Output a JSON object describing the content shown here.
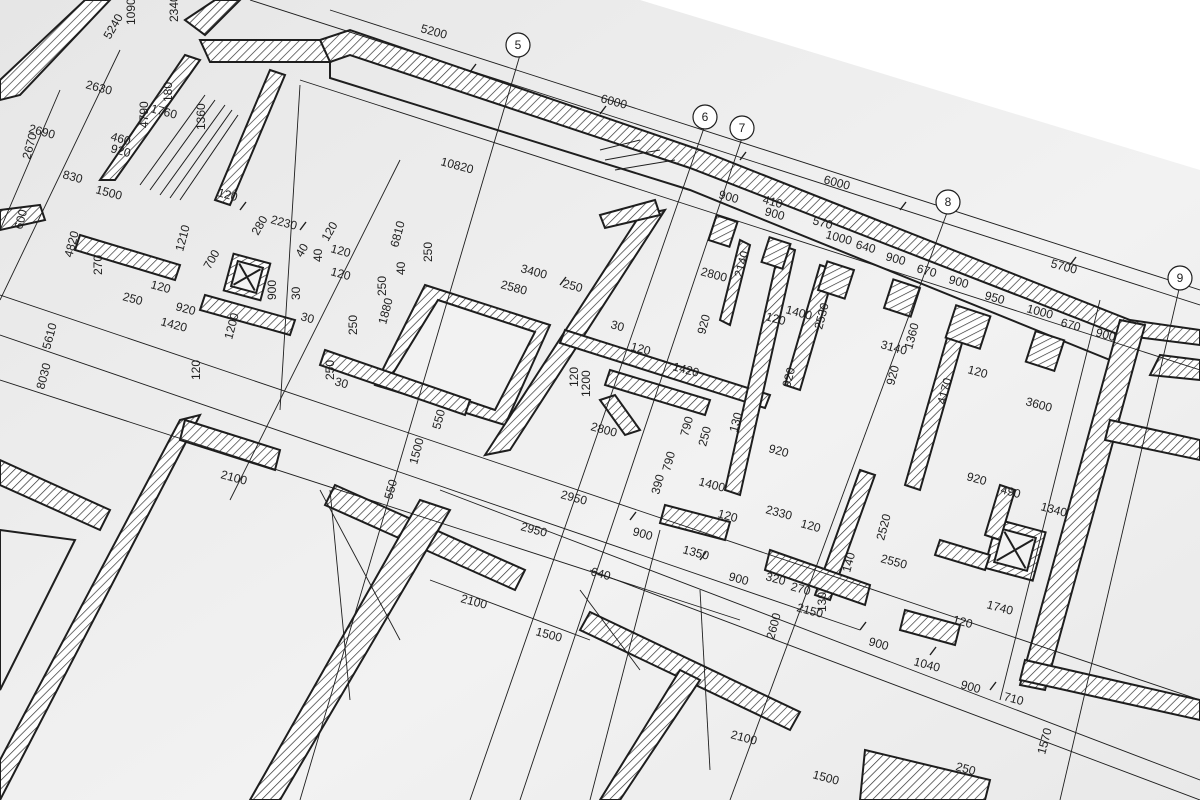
{
  "drawing": {
    "colors": {
      "paper": "#eeeeee",
      "background": "#ffffff",
      "ink": "#1e1e1e",
      "hatch": "#333333"
    },
    "axis_markers": [
      "5",
      "6",
      "7",
      "8",
      "9"
    ],
    "dimensions": [
      "1090",
      "2340",
      "5240",
      "2630",
      "1760",
      "180",
      "4790",
      "1360",
      "460",
      "920",
      "2690",
      "2670",
      "830",
      "1500",
      "5200",
      "6000",
      "10820",
      "6000",
      "5700",
      "900",
      "410",
      "900",
      "570",
      "1000",
      "640",
      "900",
      "670",
      "900",
      "950",
      "1000",
      "670",
      "900",
      "120",
      "2230",
      "120",
      "280",
      "40",
      "700",
      "900",
      "40",
      "120",
      "30",
      "120",
      "30",
      "1210",
      "1200",
      "4820",
      "600",
      "270",
      "250",
      "120",
      "920",
      "1420",
      "5610",
      "8030",
      "120",
      "6810",
      "250",
      "40",
      "250",
      "3400",
      "2580",
      "250",
      "1880",
      "250",
      "250",
      "30",
      "30",
      "2800",
      "2140",
      "1400",
      "120",
      "2530",
      "3140",
      "1360",
      "920",
      "120",
      "1420",
      "920",
      "920",
      "120",
      "4170",
      "3600",
      "1200",
      "120",
      "2800",
      "790",
      "250",
      "130",
      "390",
      "790",
      "920",
      "1400",
      "120",
      "550",
      "1500",
      "2100",
      "550",
      "2950",
      "2950",
      "900",
      "1350",
      "2330",
      "120",
      "2520",
      "920",
      "490",
      "1340",
      "900",
      "320",
      "270",
      "140",
      "2550",
      "2150",
      "130",
      "1740",
      "120",
      "640",
      "2100",
      "1500",
      "2600",
      "900",
      "1040",
      "900",
      "710",
      "2100",
      "1500",
      "250",
      "1570"
    ]
  }
}
